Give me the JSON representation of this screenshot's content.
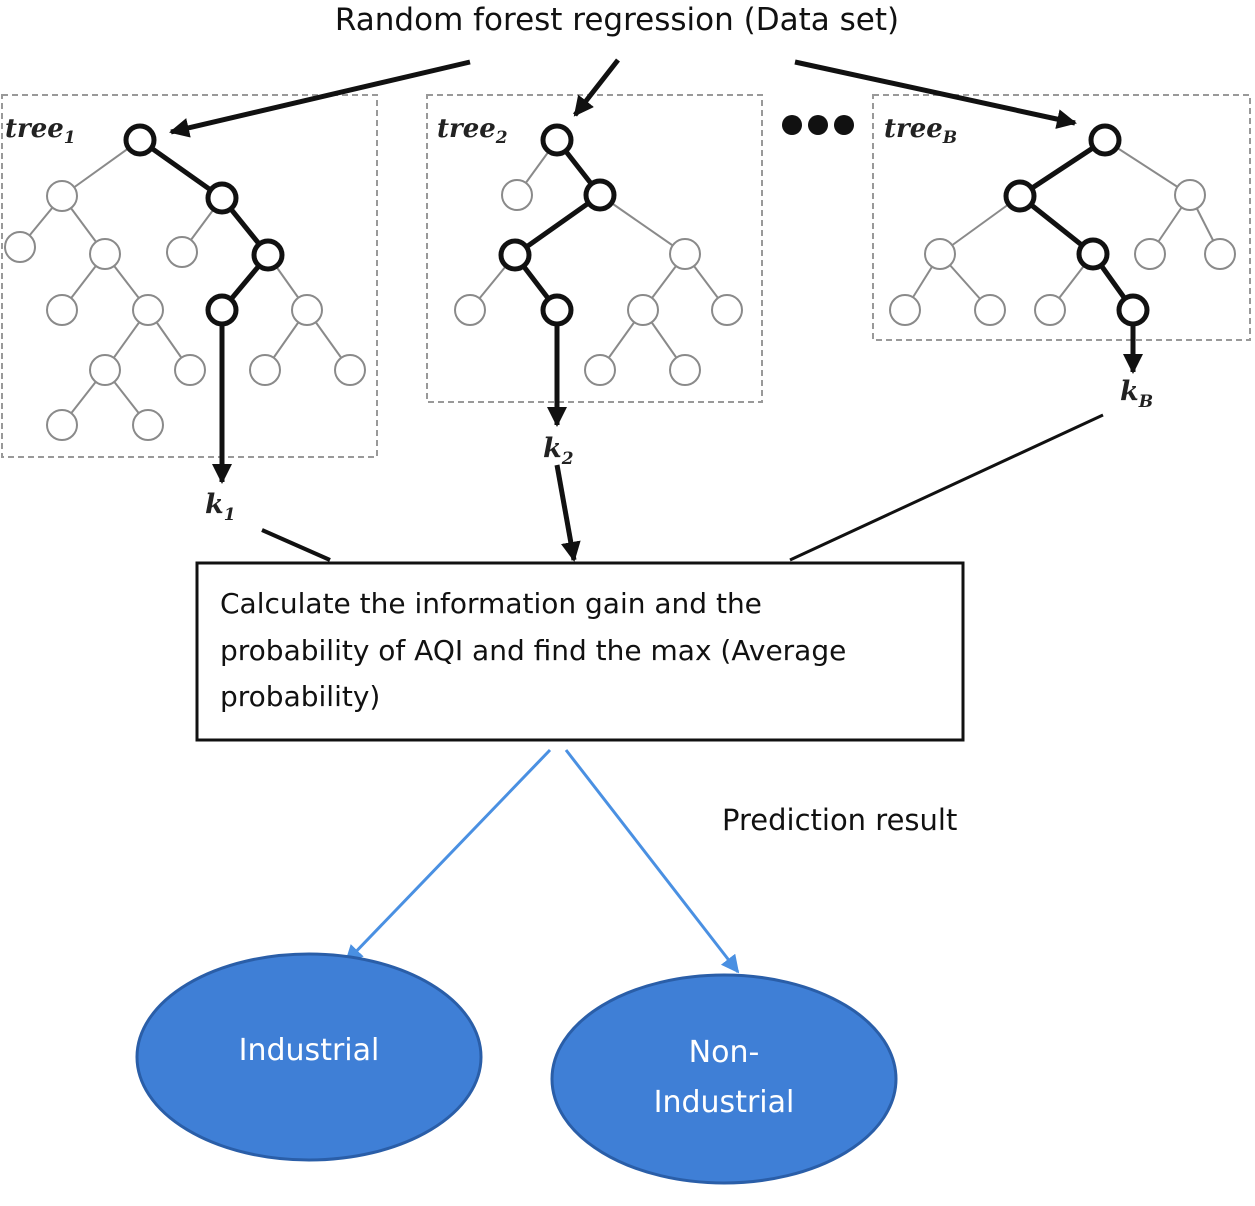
{
  "title": "Random forest regression (Data set)",
  "trees": [
    {
      "name": "tree",
      "sub": "1"
    },
    {
      "name": "tree",
      "sub": "2"
    },
    {
      "name": "tree",
      "sub": "B"
    }
  ],
  "outputs": [
    {
      "name": "k",
      "sub": "1"
    },
    {
      "name": "k",
      "sub": "2"
    },
    {
      "name": "k",
      "sub": "B"
    }
  ],
  "box_lines": [
    "Calculate the information gain and the",
    "probability of AQI and find the max (Average",
    "probability)"
  ],
  "prediction_label": "Prediction result",
  "classes": [
    {
      "lines": [
        "Industrial"
      ]
    },
    {
      "lines": [
        "Non-",
        "Industrial"
      ]
    }
  ],
  "colors": {
    "oval_fill": "#3f7fd6",
    "oval_stroke": "#2a5ea8",
    "connector_blue": "#4a90e2",
    "text_dark": "#111111",
    "dashed_border": "#999999"
  }
}
